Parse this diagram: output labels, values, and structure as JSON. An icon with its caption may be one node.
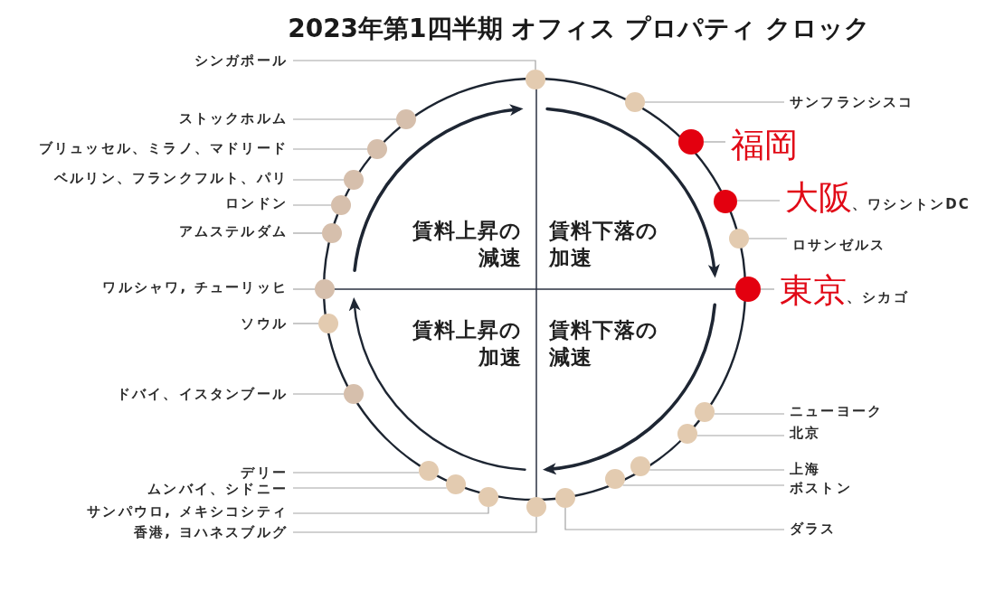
{
  "diagram": {
    "title": "2023年第1四半期 オフィス プロパティ クロック",
    "nodes": [
      {
        "text": [
          "シンガポール"
        ]
      },
      {
        "text": [
          "ストックホルム"
        ]
      },
      {
        "text": [
          "ブリュッセル、ミラノ、マドリード"
        ]
      },
      {
        "text": [
          "ベルリン、フランクフルト、パリ"
        ]
      },
      {
        "text": [
          "ロンドン"
        ]
      },
      {
        "text": [
          "アムステルダム"
        ]
      },
      {
        "text": [
          "ワルシャワ, チューリッヒ"
        ]
      },
      {
        "text": [
          "ソウル"
        ]
      },
      {
        "text": [
          "ドバイ、イスタンブール"
        ]
      },
      {
        "text": [
          "デリー"
        ]
      },
      {
        "text": [
          "ムンバイ、シドニー"
        ]
      },
      {
        "text": [
          "サンパウロ, メキシコシティ"
        ]
      },
      {
        "text": [
          "香港, ヨハネスブルグ"
        ]
      },
      {
        "text": [
          "サンフランシスコ"
        ]
      },
      {
        "text": [
          "福岡"
        ]
      },
      {
        "text": [
          "大阪",
          "、ワシントンDC"
        ]
      },
      {
        "text": [
          "ロサンゼルス"
        ]
      },
      {
        "text": [
          "東京",
          "、シカゴ"
        ]
      },
      {
        "text": [
          "ニューヨーク"
        ]
      },
      {
        "text": [
          "北京"
        ]
      },
      {
        "text": [
          "上海"
        ]
      },
      {
        "text": [
          "ボストン"
        ]
      },
      {
        "text": [
          "ダラス"
        ]
      },
      {
        "text": [],
        "shape": "circle"
      },
      {
        "text": [],
        "shape": "circle"
      },
      {
        "text": [],
        "shape": "circle"
      },
      {
        "text": [],
        "shape": "circle"
      },
      {
        "text": [],
        "shape": "circle"
      },
      {
        "text": [],
        "shape": "circle"
      },
      {
        "text": [],
        "shape": "circle"
      },
      {
        "text": [],
        "shape": "circle"
      },
      {
        "text": [],
        "shape": "circle"
      },
      {
        "text": [],
        "shape": "circle"
      },
      {
        "text": [],
        "shape": "circle"
      },
      {
        "text": [],
        "shape": "circle"
      },
      {
        "text": [],
        "shape": "circle"
      },
      {
        "text": [],
        "shape": "circle"
      },
      {
        "text": [],
        "shape": "circle"
      },
      {
        "text": [],
        "shape": "circle"
      },
      {
        "text": [],
        "shape": "circle"
      },
      {
        "text": [],
        "shape": "circle"
      },
      {
        "text": [],
        "shape": "circle"
      },
      {
        "text": [],
        "shape": "circle"
      },
      {
        "text": [],
        "shape": "circle"
      },
      {
        "text": [],
        "shape": "circle"
      },
      {
        "text": [],
        "shape": "circle"
      }
    ],
    "edges": [
      {
        "from": 0,
        "to": 23,
        "arrow": "none"
      },
      {
        "from": 1,
        "to": 24,
        "arrow": "none"
      },
      {
        "from": 2,
        "to": 25,
        "arrow": "none"
      },
      {
        "from": 3,
        "to": 26,
        "arrow": "none"
      },
      {
        "from": 4,
        "to": 27,
        "arrow": "none"
      },
      {
        "from": 5,
        "to": 28,
        "arrow": "none"
      },
      {
        "from": 6,
        "to": 29,
        "arrow": "none"
      },
      {
        "from": 7,
        "to": 30,
        "arrow": "none"
      },
      {
        "from": 8,
        "to": 31,
        "arrow": "none"
      },
      {
        "from": 9,
        "to": 32,
        "arrow": "none"
      },
      {
        "from": 10,
        "to": 33,
        "arrow": "none"
      },
      {
        "from": 11,
        "to": 34,
        "arrow": "none"
      },
      {
        "from": 12,
        "to": 35,
        "arrow": "none"
      },
      {
        "from": 13,
        "to": 36,
        "arrow": "none"
      },
      {
        "from": 14,
        "to": 37,
        "arrow": "none"
      },
      {
        "from": 15,
        "to": 38,
        "arrow": "none"
      },
      {
        "from": 16,
        "to": 39,
        "arrow": "none"
      },
      {
        "from": 17,
        "to": 40,
        "arrow": "none"
      },
      {
        "from": 18,
        "to": 41,
        "arrow": "none"
      },
      {
        "from": 19,
        "to": 42,
        "arrow": "none"
      },
      {
        "from": 20,
        "to": 43,
        "arrow": "none"
      },
      {
        "from": 21,
        "to": 44,
        "arrow": "none"
      },
      {
        "from": 22,
        "to": 45,
        "arrow": "none"
      }
    ],
    "labels": [
      "賃料上昇の減速",
      "賃料下落の加速",
      "賃料上昇の加速",
      "賃料下落の減速"
    ]
  }
}
